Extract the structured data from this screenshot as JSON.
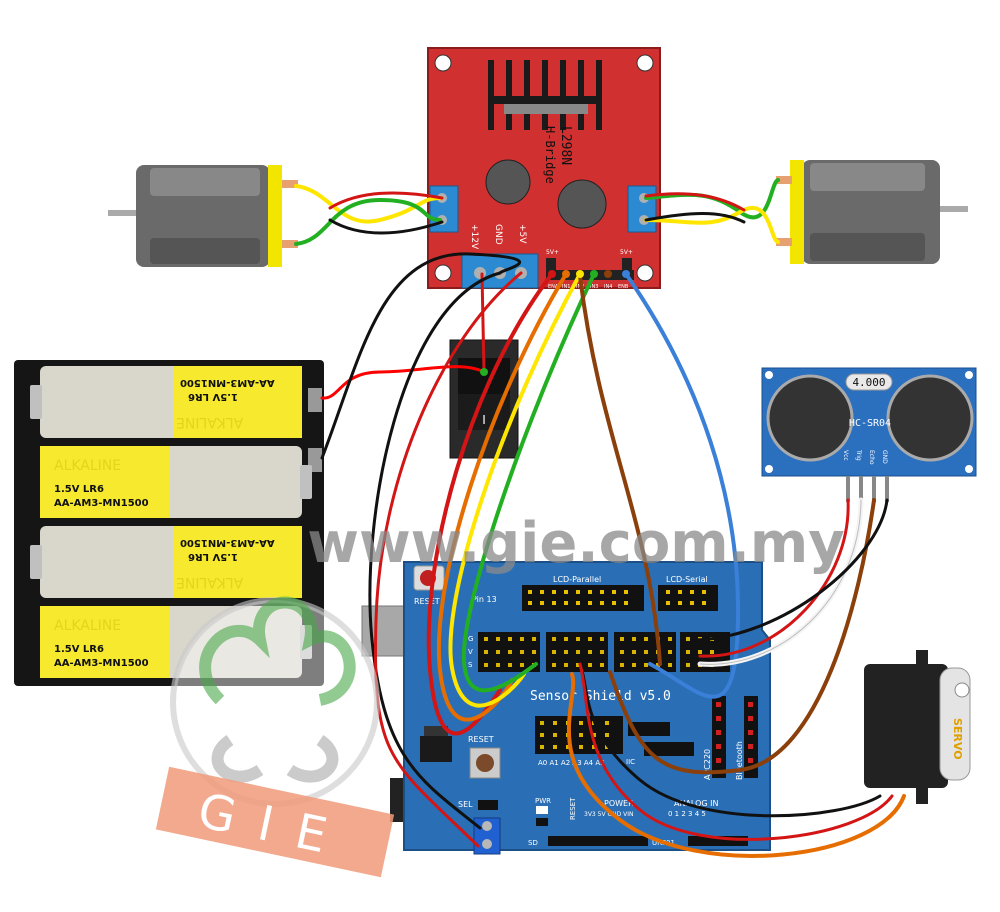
{
  "hbridge": {
    "title": "L298N",
    "subtitle": "H-Bridge",
    "pin_12v": "+12V",
    "pin_gnd": "GND",
    "pin_5v": "+5V",
    "jumper_left": "5V+",
    "jumper_right": "5V+",
    "pin_ena": "ENA",
    "pin_in1": "IN1",
    "pin_in2": "IN2",
    "pin_in3": "IN3",
    "pin_in4": "IN4",
    "pin_enb": "ENB"
  },
  "battery": {
    "brand": "ALKALINE",
    "voltage": "1.5V LR6",
    "code": "AA-AM3-MN1500"
  },
  "switch": {
    "label": "I"
  },
  "sensor": {
    "display": "4.000",
    "model": "HC-SR04",
    "pin_vcc": "Vcc",
    "pin_trig": "Trig",
    "pin_echo": "Echo",
    "pin_gnd": "GND"
  },
  "servo": {
    "label": "SERVO"
  },
  "shield": {
    "reset_top": "RESET",
    "pin13": "Pin 13",
    "lcd_parallel": "LCD-Parallel",
    "lcd_serial": "LCD-Serial",
    "title": "Sensor Shield v5.0",
    "reset_button": "RESET",
    "apc220": "APC220",
    "bluetooth": "Bluetooth",
    "analog_labels": "A0 A1 A2 A3 A4 A5",
    "iic": "IIC",
    "sel": "SEL",
    "pwr": "PWR",
    "reset_vertical": "RESET",
    "power": "POWER",
    "power_pins": "3V3 5V GND VIN",
    "analog_in": "ANALOG IN",
    "analog_nums": "0 1 2 3 4 5",
    "sd": "SD",
    "urf01": "URF01",
    "gvs_g": "G",
    "gvs_v": "V",
    "gvs_s": "S"
  },
  "watermark": {
    "url": "www.gie.com.my",
    "logo": "GIE"
  },
  "colors": {
    "board_red": "#d0302f",
    "board_blue": "#2a6fb5",
    "sensor_blue": "#2b6fbf",
    "wire_red": "#d31515",
    "wire_orange": "#e66d00",
    "wire_yellow": "#ffe600",
    "wire_green": "#22b022",
    "wire_brown": "#8b3f0a",
    "wire_blue": "#3a7fd8",
    "wire_white": "#f4f4f4",
    "watermark_banner": "#f09a7a"
  }
}
